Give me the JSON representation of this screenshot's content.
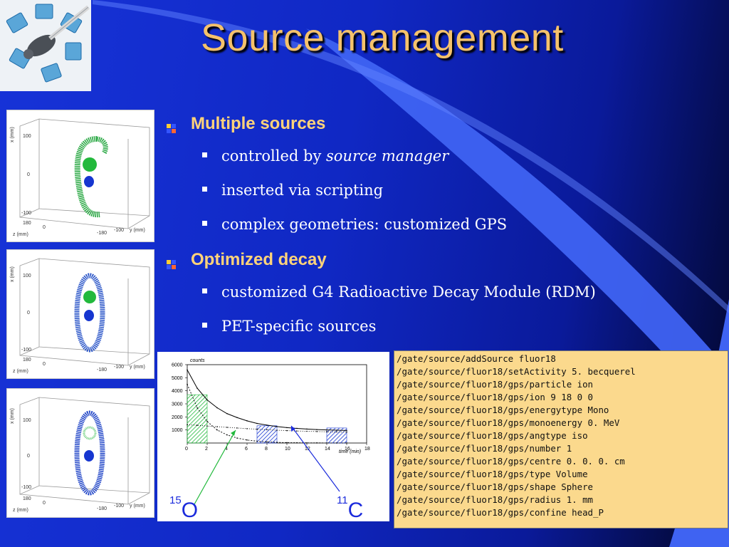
{
  "slide": {
    "title": "Source management",
    "sections": [
      {
        "heading": "Multiple sources",
        "items": [
          {
            "text": "controlled by ",
            "emph": "source manager"
          },
          {
            "text": "inserted via scripting"
          },
          {
            "text": "complex geometries: customized GPS"
          }
        ]
      },
      {
        "heading": "Optimized decay",
        "items": [
          {
            "text": "customized G4 Radioactive Decay Module (RDM)"
          },
          {
            "text": "PET-specific sources"
          }
        ]
      }
    ],
    "code_lines": [
      "/gate/source/addSource fluor18",
      "/gate/source/fluor18/setActivity 5. becquerel",
      "/gate/source/fluor18/gps/particle ion",
      "/gate/source/fluor18/gps/ion 9 18 0 0",
      "/gate/source/fluor18/gps/energytype Mono",
      "/gate/source/fluor18/gps/monoenergy 0. MeV",
      "/gate/source/fluor18/gps/angtype iso",
      "/gate/source/fluor18/gps/number 1",
      "/gate/source/fluor18/gps/centre 0. 0. 0. cm",
      "/gate/source/fluor18/gps/type Volume",
      "/gate/source/fluor18/gps/shape Sphere",
      "/gate/source/fluor18/gps/radius 1. mm",
      "/gate/source/fluor18/gps/confine head_P"
    ],
    "labels": {
      "o_mass": "15",
      "o_symbol": "O",
      "c_mass": "11",
      "c_symbol": "C"
    },
    "thumbnails": {
      "z_axis_label": "z (mm)",
      "y_axis_label": "y (mm)",
      "x_axis_label": "x (mm)",
      "ticks_vertical": [
        "100",
        "0",
        "-100"
      ],
      "ticks_z": [
        "180",
        "0",
        "-180"
      ],
      "ticks_y": [
        "-180",
        "-100"
      ]
    },
    "colors": {
      "title": "#f5c26b",
      "heading": "#ffd37a",
      "code_bg": "#fbd98d",
      "label": "#1b2bdc"
    }
  },
  "chart_data": {
    "type": "line",
    "xlabel": "time (min)",
    "ylabel": "counts",
    "xlim": [
      0,
      18
    ],
    "ylim": [
      0,
      6000
    ],
    "x_ticks": [
      0,
      2,
      4,
      6,
      8,
      10,
      12,
      14,
      16,
      18
    ],
    "y_ticks": [
      1000,
      2000,
      3000,
      4000,
      5000,
      6000
    ],
    "series": [
      {
        "x": [
          0,
          1,
          2,
          3,
          4,
          5,
          6,
          7,
          8,
          9,
          10,
          11,
          12,
          13,
          14,
          15,
          16
        ],
        "values": [
          5600,
          4200,
          3300,
          2700,
          2250,
          1950,
          1700,
          1500,
          1370,
          1260,
          1180,
          1120,
          1070,
          1030,
          1000,
          980,
          960
        ]
      },
      {
        "x": [
          0,
          1,
          2,
          3,
          4,
          5,
          6,
          7,
          8,
          9,
          10,
          11,
          12,
          13,
          14,
          15,
          16
        ],
        "values": [
          4500,
          2700,
          1650,
          1000,
          620,
          380,
          230,
          140,
          85,
          50,
          30,
          20,
          12,
          8,
          5,
          3,
          2
        ]
      },
      {
        "x": [
          0,
          1,
          2,
          3,
          4,
          5,
          6,
          7,
          8,
          9,
          10,
          11,
          12,
          13,
          14,
          15,
          16
        ],
        "values": [
          1400,
          1360,
          1300,
          1250,
          1200,
          1150,
          1100,
          1060,
          1020,
          980,
          950,
          920,
          900,
          880,
          860,
          850,
          840
        ]
      }
    ],
    "shaded_windows": [
      {
        "color": "green",
        "x": [
          0,
          2
        ]
      },
      {
        "color": "blue",
        "x": [
          7,
          9
        ]
      },
      {
        "color": "blue",
        "x": [
          14,
          16
        ]
      }
    ]
  }
}
